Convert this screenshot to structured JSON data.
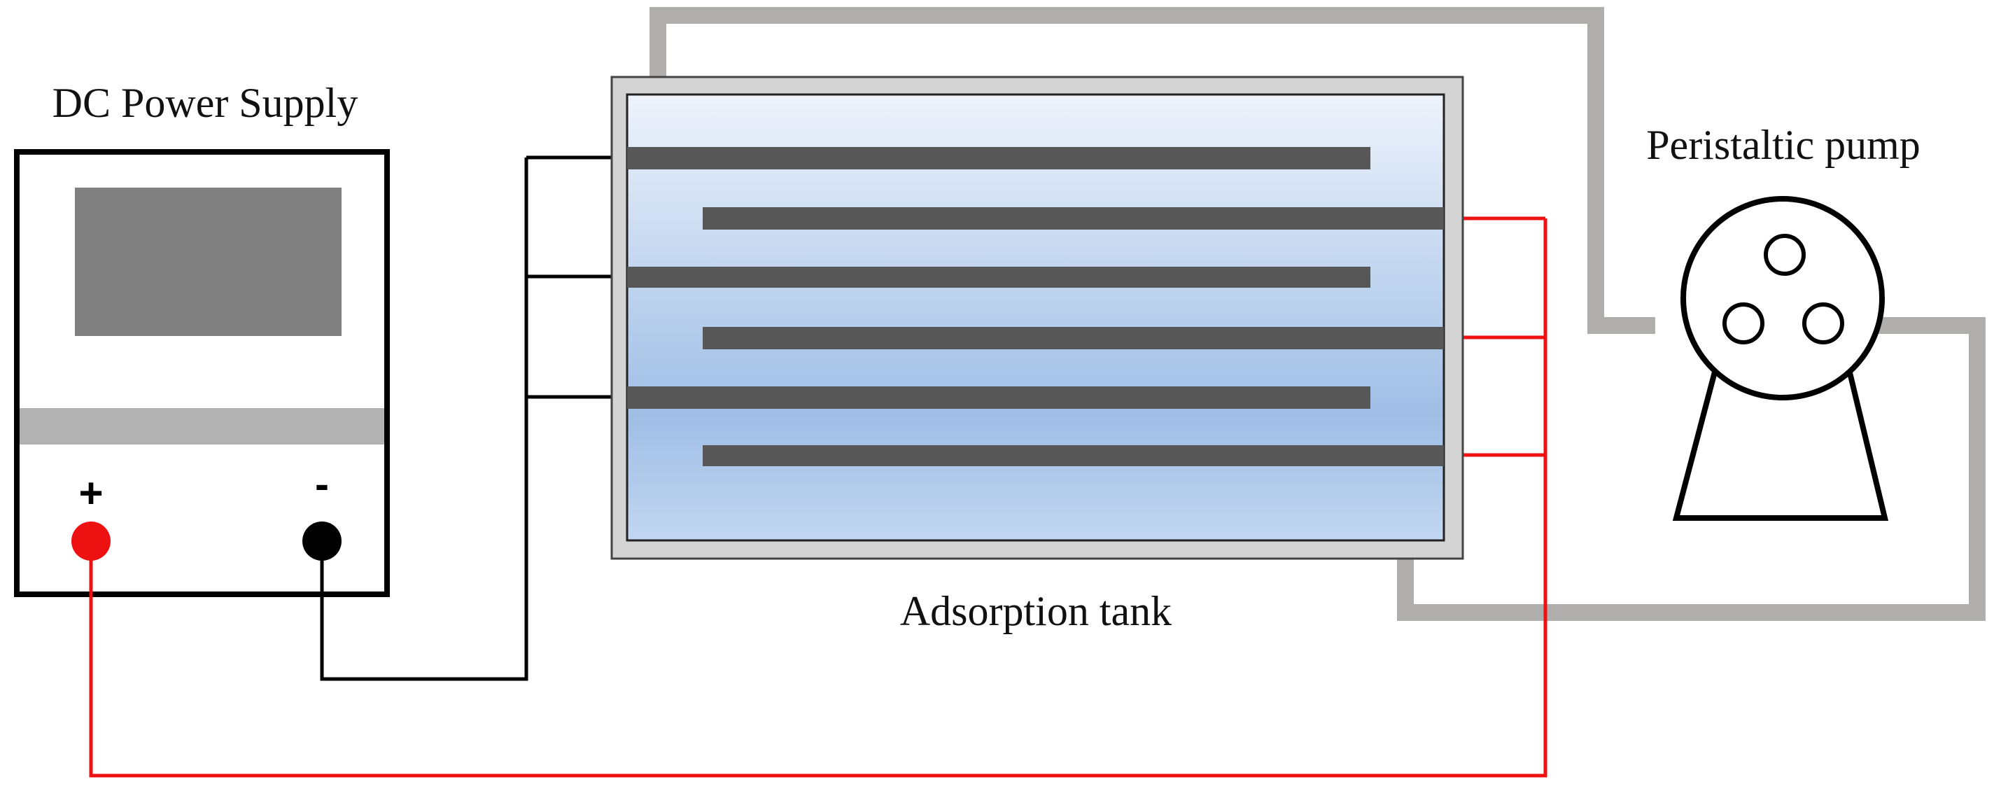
{
  "labels": {
    "power_supply": "DC Power Supply",
    "tank": "Adsorption tank",
    "pump": "Peristaltic pump"
  },
  "terminals": {
    "positive_sign": "+",
    "negative_sign": "-"
  },
  "colors": {
    "positive_wire": "#ee1111",
    "negative_wire": "#000000",
    "tubing": "#b0adad",
    "electrode": "#575757",
    "tank_frame": "#d4d4d4",
    "display": "#808080",
    "panel_band": "#b2b2b2",
    "water_top": "#eef3fb",
    "water_mid": "#9fbee6"
  }
}
